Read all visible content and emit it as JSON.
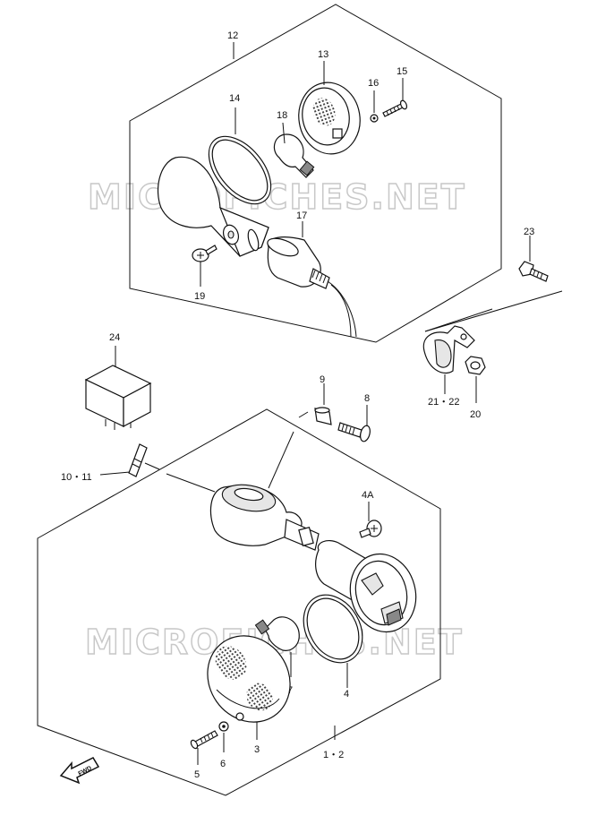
{
  "watermark": "MICROFICHES.NET",
  "callouts": {
    "p12": "12",
    "p13": "13",
    "p14": "14",
    "p15": "15",
    "p16": "16",
    "p17": "17",
    "p18": "18",
    "p19": "19",
    "p23": "23",
    "p24": "24",
    "p9": "9",
    "p8": "8",
    "p21_22": "21・22",
    "p20": "20",
    "p10_11": "10・11",
    "p4A": "4A",
    "p7": "7",
    "p4": "4",
    "p3": "3",
    "p5": "5",
    "p6": "6",
    "p1_2": "1・2"
  },
  "fwd_label": "FWD",
  "icons": [
    "fwd-arrow-icon"
  ]
}
